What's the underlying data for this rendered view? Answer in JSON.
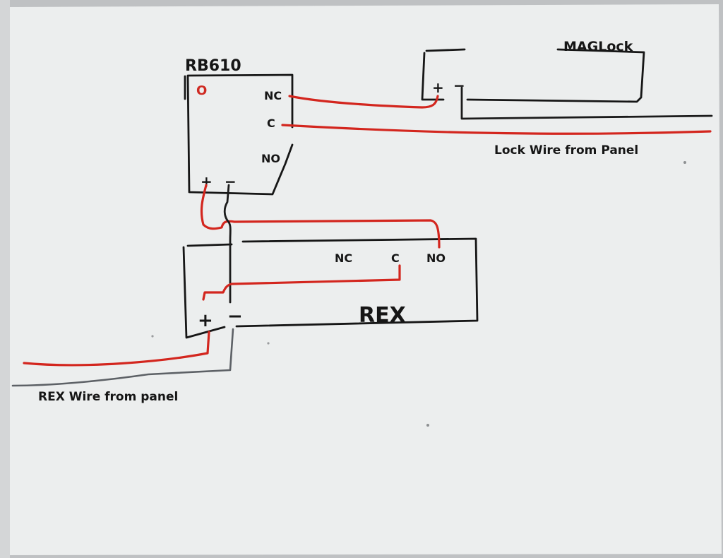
{
  "components": {
    "relay": {
      "label": "RB610",
      "terminal_o": "O",
      "terminal_nc": "NC",
      "terminal_c": "C",
      "terminal_no": "NO",
      "plus": "+",
      "minus": "−"
    },
    "maglock": {
      "label": "MAGLock",
      "plus": "+",
      "minus": "−"
    },
    "rex": {
      "label": "REX",
      "terminal_nc": "NC",
      "terminal_c": "C",
      "terminal_no": "NO",
      "plus": "+",
      "minus": "−"
    }
  },
  "wire_labels": {
    "lock_wire": "Lock Wire from Panel",
    "rex_wire": "REX Wire from panel"
  },
  "colors": {
    "whiteboard": "#eceeee",
    "ink_black": "#161616",
    "ink_red": "#d3261e",
    "wire_gray": "#5d6166"
  }
}
